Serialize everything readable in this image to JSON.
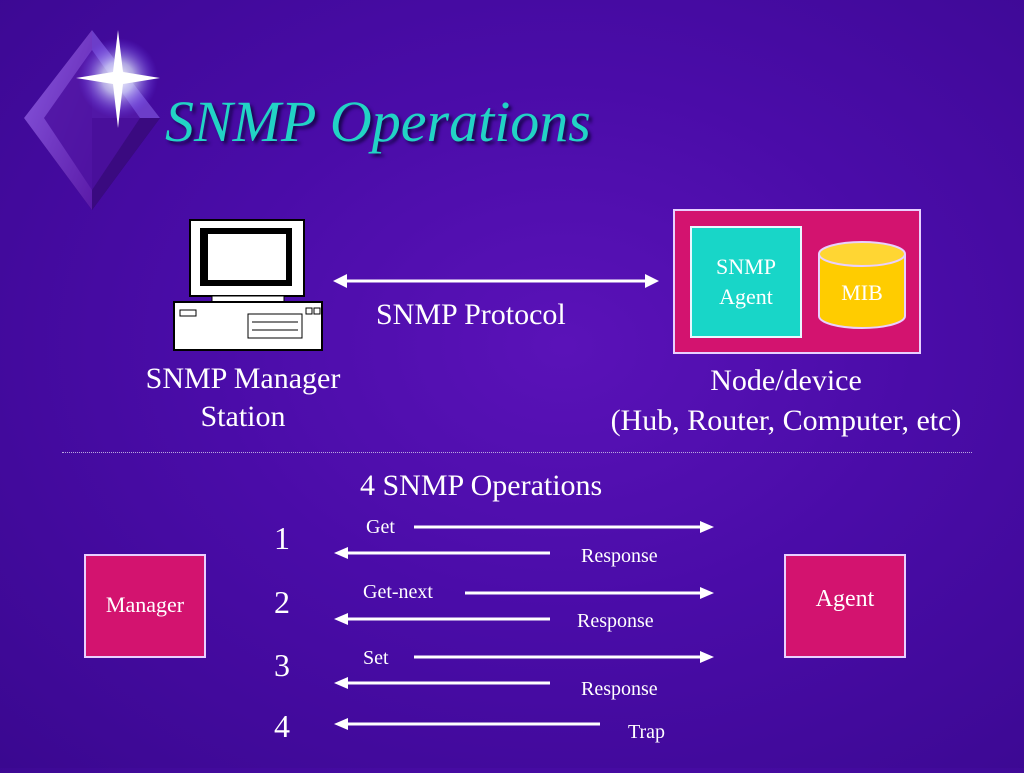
{
  "title": "SNMP Operations",
  "top_diagram": {
    "manager_label_line1": "SNMP Manager",
    "manager_label_line2": "Station",
    "protocol_label": "SNMP Protocol",
    "agent_line1": "SNMP",
    "agent_line2": "Agent",
    "mib_label": "MIB",
    "node_label_line1": "Node/device",
    "node_label_line2": "(Hub, Router, Computer, etc)"
  },
  "operations": {
    "heading": "4 SNMP Operations",
    "manager_label": "Manager",
    "agent_label": "Agent",
    "rows": [
      {
        "num": "1",
        "request": "Get",
        "reply": "Response"
      },
      {
        "num": "2",
        "request": "Get-next",
        "reply": "Response"
      },
      {
        "num": "3",
        "request": "Set",
        "reply": "Response"
      },
      {
        "num": "4",
        "request": "",
        "reply": "Trap"
      }
    ]
  },
  "colors": {
    "background": "#4a0ca8",
    "title": "#22d3c5",
    "node_box": "#d3136f",
    "agent_box": "#18d6c8",
    "mib_cylinder": "#ffcc00"
  }
}
